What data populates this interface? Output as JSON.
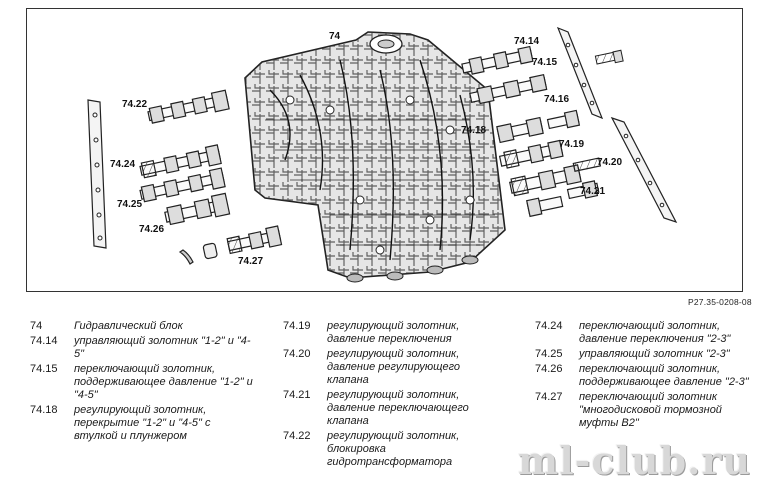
{
  "diagram": {
    "labels": [
      "74",
      "74.14",
      "74.15",
      "74.16",
      "74.18",
      "74.19",
      "74.20",
      "74.21",
      "74.22",
      "74.24",
      "74.25",
      "74.26",
      "74.27"
    ],
    "drawing_code": "P27.35-0208-08"
  },
  "legend": [
    [
      {
        "num": "74",
        "text": "Гидравлический блок"
      },
      {
        "num": "74.14",
        "text": "управляющий золотник \"1-2\" и \"4-5\""
      },
      {
        "num": "74.15",
        "text": "переключающий золотник, поддерживающее давление \"1-2\" и \"4-5\""
      },
      {
        "num": "74.18",
        "text": "регулирующий золотник, перекрытие \"1-2\" и \"4-5\" с втулкой и плунжером"
      }
    ],
    [
      {
        "num": "74.19",
        "text": "регулирующий золотник, давление переключения"
      },
      {
        "num": "74.20",
        "text": "регулирующий золотник, давление регулирующего клапана"
      },
      {
        "num": "74.21",
        "text": "регулирующий золотник, давление переключающего клапана"
      },
      {
        "num": "74.22",
        "text": "регулирующий золотник, блокировка гидротрансформатора"
      }
    ],
    [
      {
        "num": "74.24",
        "text": "переключающий золотник, давление переключения \"2-3\""
      },
      {
        "num": "74.25",
        "text": "управляющий золотник \"2-3\""
      },
      {
        "num": "74.26",
        "text": "переключающий золотник, поддерживающее давление \"2-3\""
      },
      {
        "num": "74.27",
        "text": "переключающий золотник \"многодисковой тормозной муфты B2\""
      }
    ]
  ],
  "watermark": "ml-club.ru"
}
